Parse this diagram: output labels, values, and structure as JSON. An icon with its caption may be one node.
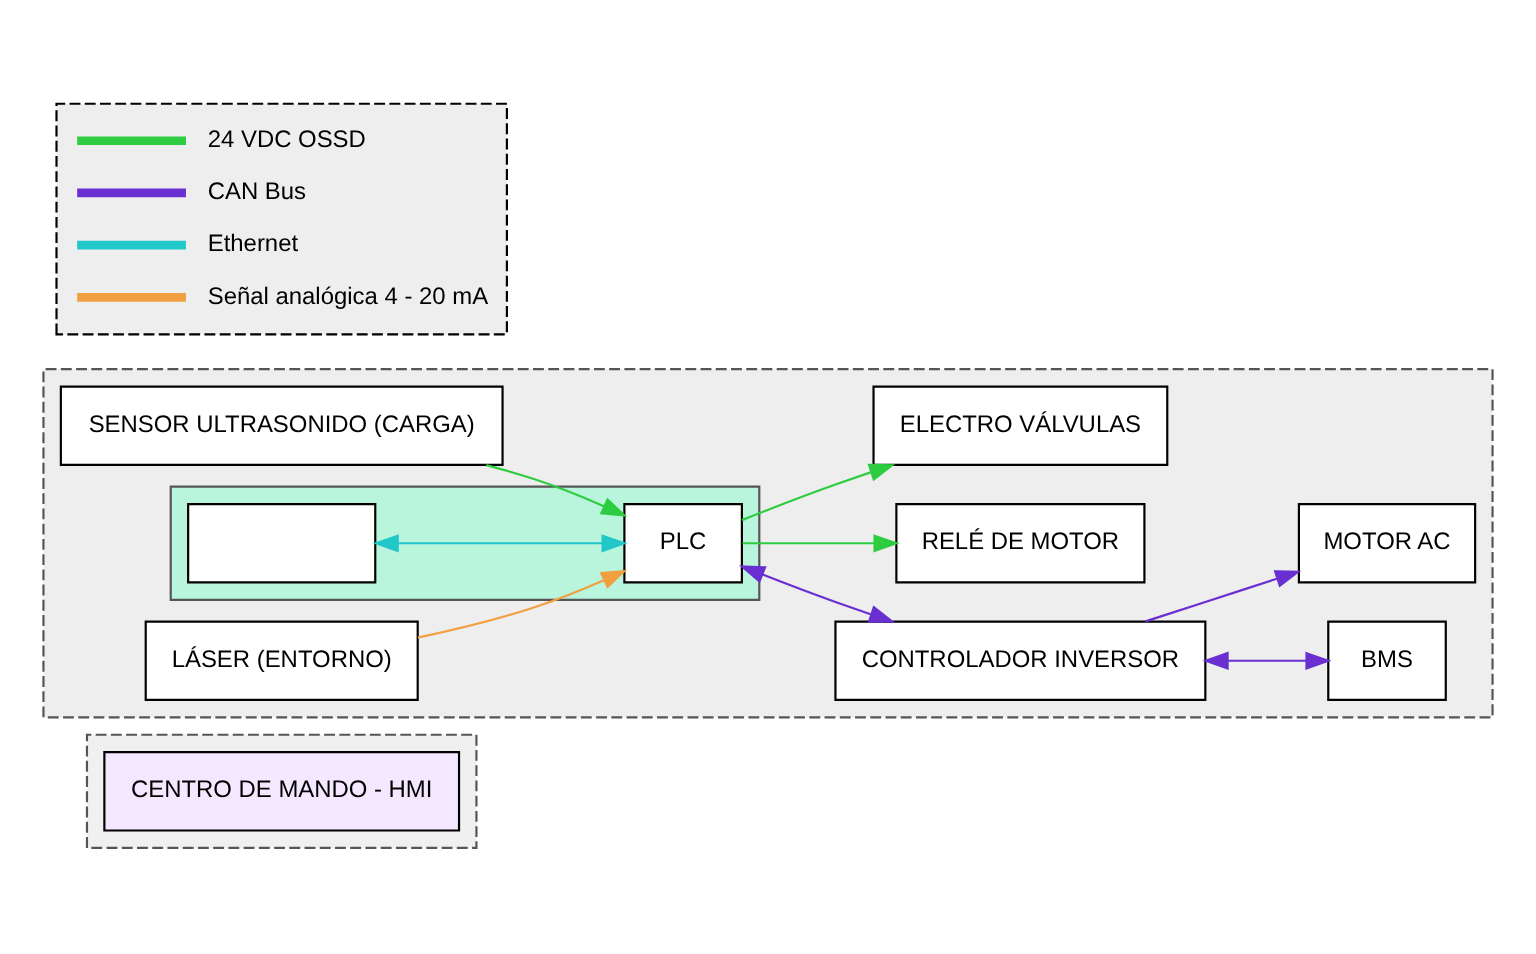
{
  "diagram": {
    "nodes": [
      {
        "text": [],
        "shape": "box"
      },
      {
        "text": [
          "CENTRO DE MANDO - HMI"
        ],
        "in": 0
      },
      {
        "text": [],
        "shape": "box"
      },
      {
        "text": [],
        "shape": "box",
        "in": 2
      },
      {
        "text": [],
        "shape": "box",
        "in": 3
      },
      {
        "text": [
          "PLC"
        ],
        "in": 3
      },
      {
        "text": [
          "BMS"
        ],
        "in": 2
      },
      {
        "text": [
          "MOTOR AC"
        ],
        "in": 2
      },
      {
        "text": [
          "CONTROLADOR INVERSOR"
        ],
        "in": 2
      },
      {
        "text": [
          "RELÉ DE MOTOR"
        ],
        "in": 2
      },
      {
        "text": [
          "ELECTRO VÁLVULAS"
        ],
        "in": 2
      },
      {
        "text": [
          "SENSOR ULTRASONIDO (CARGA)"
        ],
        "in": 2
      },
      {
        "text": [
          "LÁSER (ENTORNO)"
        ],
        "in": 2
      }
    ],
    "edges": [
      {
        "from": 4,
        "to": 5,
        "arrow": "both",
        "color": "#22c7c7"
      },
      {
        "from": 5,
        "to": 8,
        "arrow": "both",
        "color": "#6a2fd1"
      },
      {
        "from": 8,
        "to": 6,
        "arrow": "both",
        "color": "#6a2fd1"
      },
      {
        "from": 8,
        "to": 7,
        "arrow": "to",
        "color": "#6a2fd1"
      },
      {
        "from": 5,
        "to": 9,
        "arrow": "to",
        "color": "#2ecc40"
      },
      {
        "from": 5,
        "to": 10,
        "arrow": "to",
        "color": "#2ecc40"
      },
      {
        "from": 11,
        "to": 5,
        "arrow": "to",
        "color": "#2ecc40"
      },
      {
        "from": 12,
        "to": 5,
        "arrow": "to",
        "color": "#f0a040"
      }
    ],
    "legend": [
      {
        "text": "24 VDC OSSD",
        "color": "#2ecc40"
      },
      {
        "text": "CAN Bus",
        "color": "#6a2fd1"
      },
      {
        "text": "Ethernet",
        "color": "#22c7c7"
      },
      {
        "text": "Señal analógica 4 - 20 mA",
        "color": "#f0a040"
      }
    ]
  }
}
